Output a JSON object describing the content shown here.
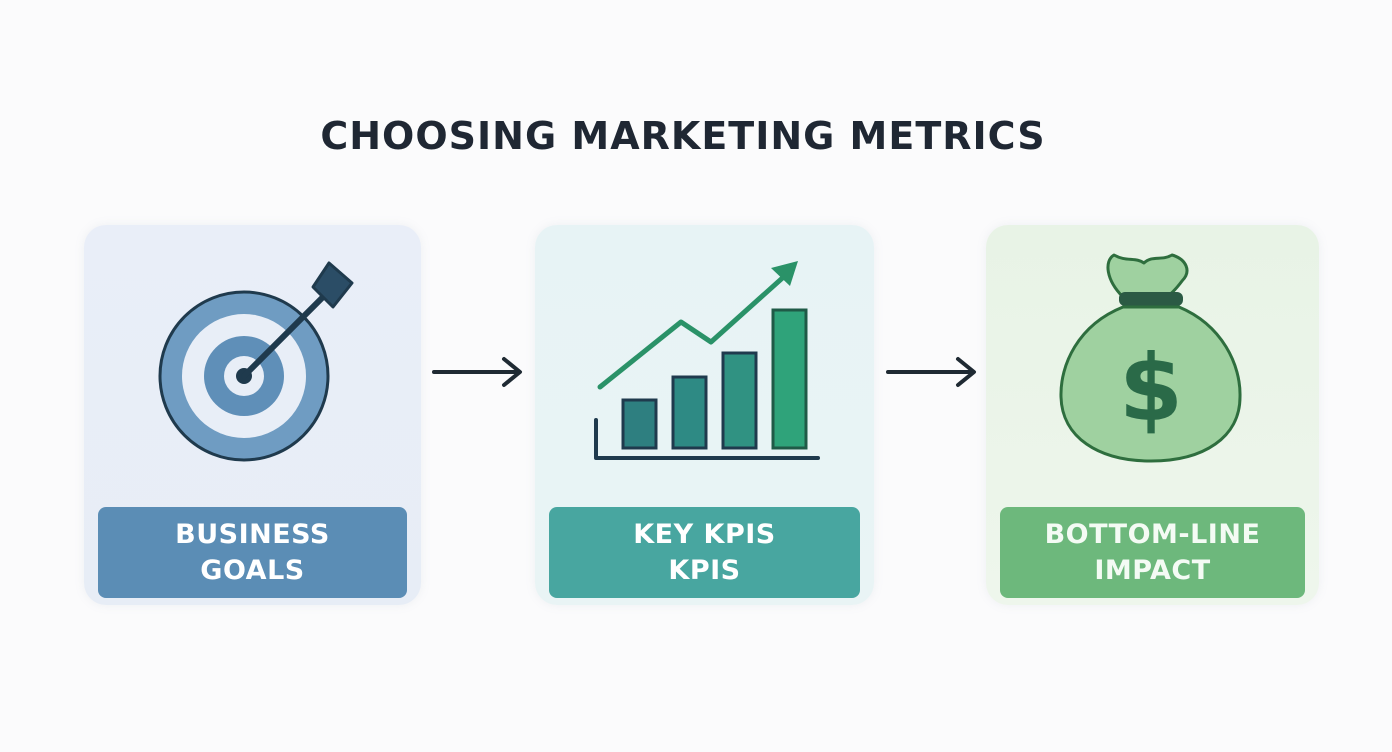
{
  "title": "CHOOSING MARKETING METRICS",
  "steps": [
    {
      "icon": "target-icon",
      "label_line1": "BUSINESS",
      "label_line2": "GOALS"
    },
    {
      "icon": "bar-chart-icon",
      "label_line1": "KEY KPIS",
      "label_line2": "KPIS"
    },
    {
      "icon": "money-bag-icon",
      "label_line1": "BOTTOM-LINE",
      "label_line2": "IMPACT"
    }
  ],
  "connectors": [
    "arrow-right-icon",
    "arrow-right-icon"
  ],
  "colors": {
    "title": "#1f2733",
    "step1": "#5b8db5",
    "step2": "#48a6a0",
    "step3": "#6db87c",
    "dark_stroke": "#1f3a4d"
  }
}
